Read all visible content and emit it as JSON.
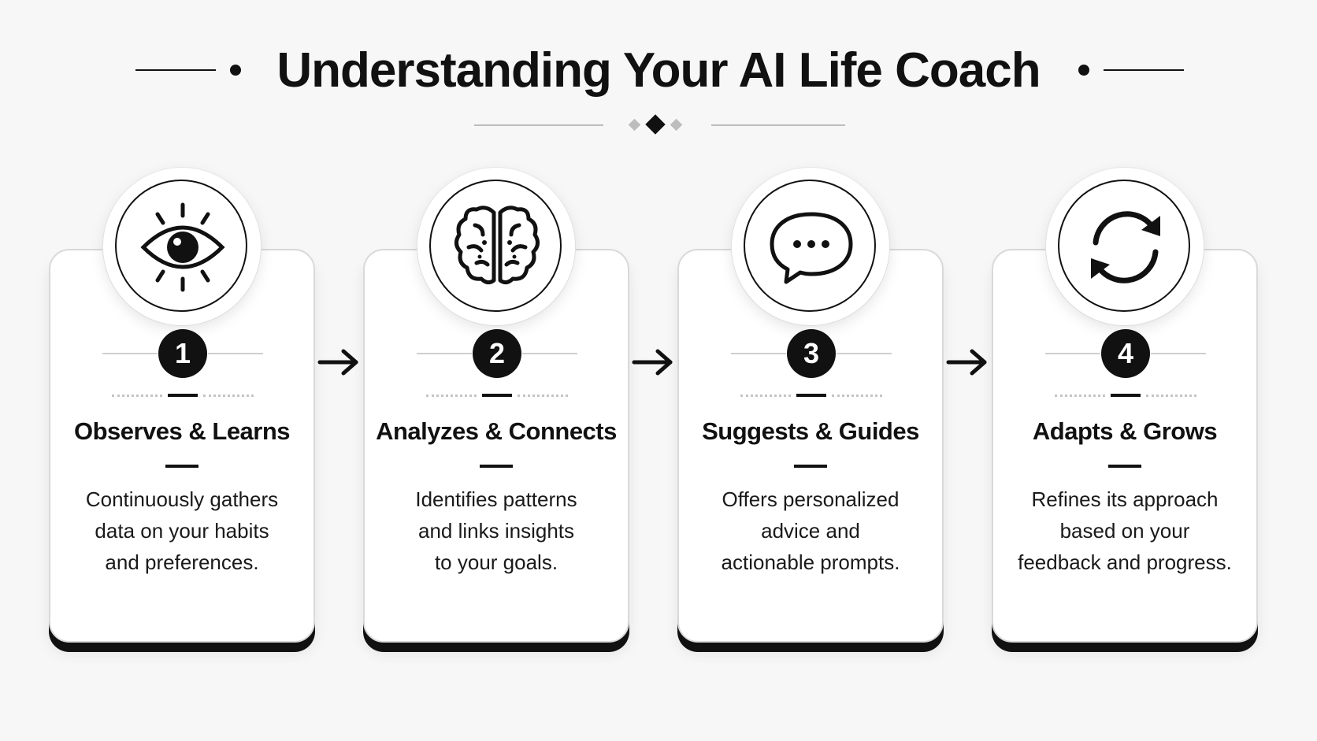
{
  "title": "Understanding Your AI Life Coach",
  "steps": [
    {
      "number": "1",
      "icon": "eye-icon",
      "title": "Observes & Learns",
      "description": [
        "Continuously gathers",
        "data on your habits",
        "and preferences."
      ]
    },
    {
      "number": "2",
      "icon": "brain-icon",
      "title": "Analyzes & Connects",
      "description": [
        "Identifies patterns",
        "and links insights",
        "to your goals."
      ]
    },
    {
      "number": "3",
      "icon": "chat-bubble-icon",
      "title": "Suggests & Guides",
      "description": [
        "Offers personalized",
        "advice and",
        "actionable prompts."
      ]
    },
    {
      "number": "4",
      "icon": "refresh-cycle-icon",
      "title": "Adapts & Grows",
      "description": [
        "Refines its approach",
        "based on your",
        "feedback and progress."
      ]
    }
  ],
  "colors": {
    "background": "#f7f7f7",
    "card": "#ffffff",
    "ink": "#111111",
    "muted": "#bdbdbd"
  }
}
